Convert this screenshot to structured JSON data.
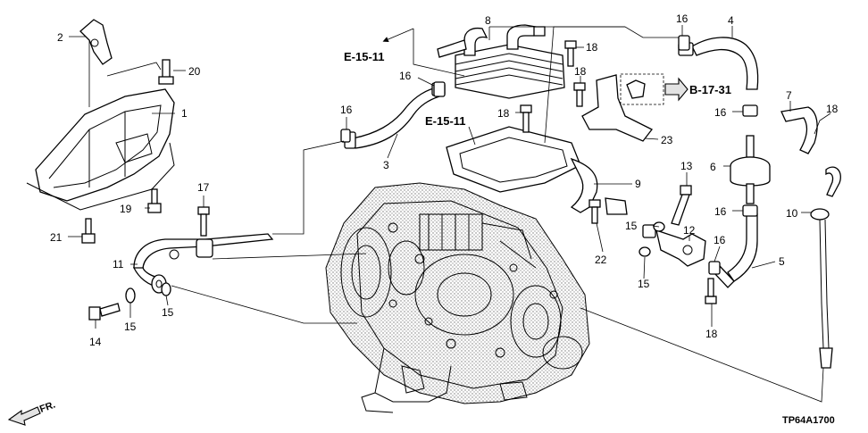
{
  "diagram": {
    "callouts": {
      "c1": "1",
      "c2": "2",
      "c3": "3",
      "c4": "4",
      "c5": "5",
      "c6": "6",
      "c7": "7",
      "c8": "8",
      "c9": "9",
      "c10": "10",
      "c11": "11",
      "c12": "12",
      "c13": "13",
      "c14": "14",
      "c15a": "15",
      "c15b": "15",
      "c15c": "15",
      "c15d": "15",
      "c16a": "16",
      "c16b": "16",
      "c16c": "16",
      "c16d": "16",
      "c16e": "16",
      "c16f": "16",
      "c17": "17",
      "c18a": "18",
      "c18b": "18",
      "c18c": "18",
      "c18d": "18",
      "c18e": "18",
      "c19": "19",
      "c20": "20",
      "c21": "21",
      "c22": "22",
      "c23": "23"
    },
    "references": {
      "e15_top": "E-15-11",
      "e15_mid": "E-15-11",
      "b17": "B-17-31"
    },
    "front_marker": "FR.",
    "diagram_code": "TP64A1700"
  }
}
